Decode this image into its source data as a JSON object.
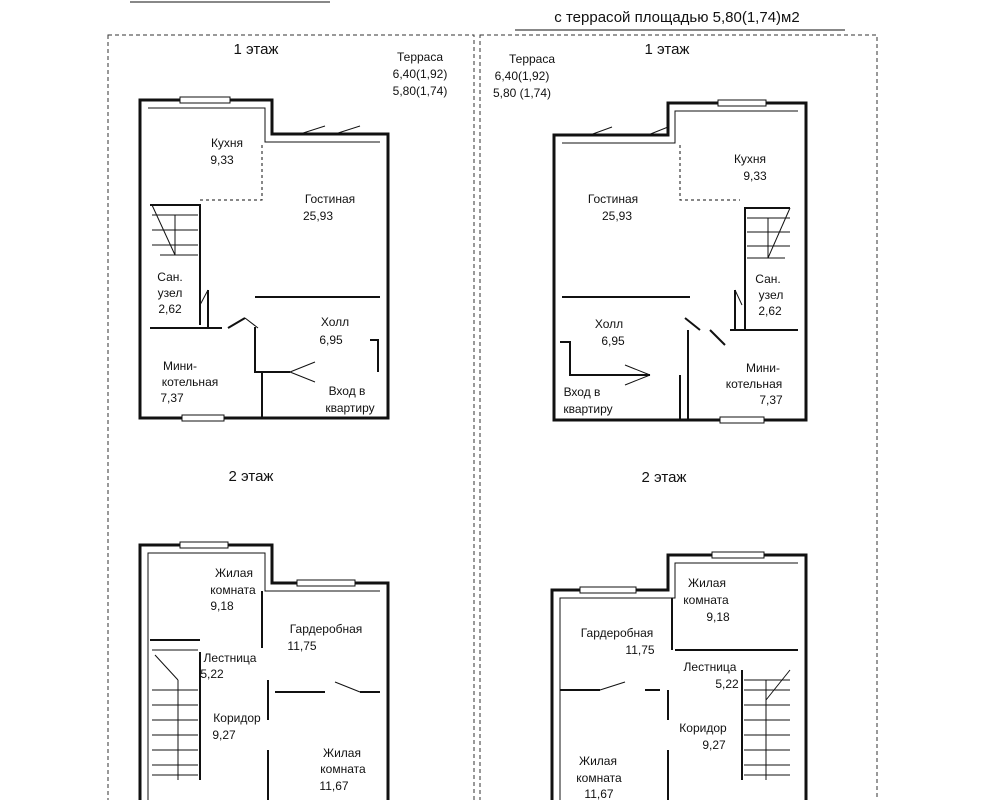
{
  "header": {
    "left_fragment": "",
    "right_line1": "",
    "right_line2": "с террасой площадью 5,80(1,74)м2"
  },
  "left": {
    "f1": {
      "floor": "1 этаж",
      "terrace": [
        "Терраса",
        "6,40(1,92)",
        "5,80(1,74)"
      ],
      "kitchen": [
        "Кухня",
        "9,33"
      ],
      "living": [
        "Гостиная",
        "25,93"
      ],
      "bath": [
        "Сан.",
        "узел",
        "2,62"
      ],
      "hall": [
        "Холл",
        "6,95"
      ],
      "boiler": [
        "Мини-",
        "котельная",
        "7,37"
      ],
      "entry": [
        "Вход в",
        "квартиру"
      ]
    },
    "f2": {
      "floor": "2 этаж",
      "room1": [
        "Жилая",
        "комната",
        "9,18"
      ],
      "wardrobe": [
        "Гардеробная",
        "11,75"
      ],
      "stairs": [
        "Лестница",
        "5,22"
      ],
      "corridor": [
        "Коридор",
        "9,27"
      ],
      "room2": [
        "Жилая",
        "комната",
        "11,67"
      ]
    }
  },
  "right": {
    "f1": {
      "floor": "1 этаж",
      "terrace": [
        "Терраса",
        "6,40(1,92)",
        "5,80 (1,74)"
      ],
      "kitchen": [
        "Кухня",
        "9,33"
      ],
      "living": [
        "Гостиная",
        "25,93"
      ],
      "bath": [
        "Сан.",
        "узел",
        "2,62"
      ],
      "hall": [
        "Холл",
        "6,95"
      ],
      "boiler": [
        "Мини-",
        "котельная",
        "7,37"
      ],
      "entry": [
        "Вход в",
        "квартиру"
      ]
    },
    "f2": {
      "floor": "2 этаж",
      "room1": [
        "Жилая",
        "комната",
        "9,18"
      ],
      "wardrobe": [
        "Гардеробная",
        "11,75"
      ],
      "stairs": [
        "Лестница",
        "5,22"
      ],
      "corridor": [
        "Коридор",
        "9,27"
      ],
      "room2": [
        "Жилая",
        "комната",
        "11,67"
      ]
    }
  }
}
